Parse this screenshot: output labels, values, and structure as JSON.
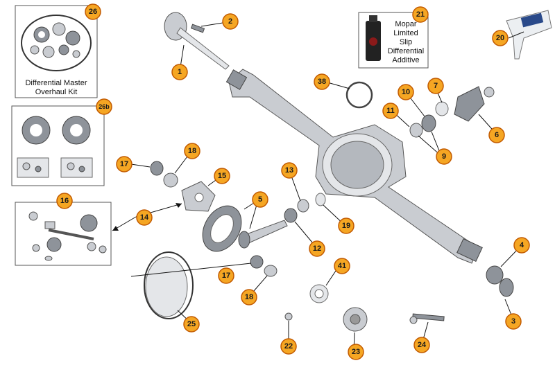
{
  "kits": {
    "master_overhaul": {
      "number": "26",
      "label_line1": "Differential Master",
      "label_line2": "Overhaul Kit"
    },
    "gear_kits": {
      "number": "26b"
    },
    "additive": {
      "number": "21",
      "line1": "Mopar",
      "line2": "Limited",
      "line3": "Slip",
      "line4": "Differential",
      "line5": "Additive"
    },
    "carrier_parts": {
      "number": "16"
    }
  },
  "callouts": [
    {
      "id": "1",
      "label": "1"
    },
    {
      "id": "2",
      "label": "2"
    },
    {
      "id": "3",
      "label": "3"
    },
    {
      "id": "4",
      "label": "4"
    },
    {
      "id": "5",
      "label": "5"
    },
    {
      "id": "6",
      "label": "6"
    },
    {
      "id": "7",
      "label": "7"
    },
    {
      "id": "9",
      "label": "9"
    },
    {
      "id": "10",
      "label": "10"
    },
    {
      "id": "11",
      "label": "11"
    },
    {
      "id": "12",
      "label": "12"
    },
    {
      "id": "13",
      "label": "13"
    },
    {
      "id": "14",
      "label": "14"
    },
    {
      "id": "15",
      "label": "15"
    },
    {
      "id": "17a",
      "label": "17"
    },
    {
      "id": "18a",
      "label": "18"
    },
    {
      "id": "17b",
      "label": "17"
    },
    {
      "id": "18b",
      "label": "18"
    },
    {
      "id": "19",
      "label": "19"
    },
    {
      "id": "20",
      "label": "20"
    },
    {
      "id": "22",
      "label": "22"
    },
    {
      "id": "23",
      "label": "23"
    },
    {
      "id": "24",
      "label": "24"
    },
    {
      "id": "25",
      "label": "25"
    },
    {
      "id": "38",
      "label": "38"
    },
    {
      "id": "41",
      "label": "41"
    }
  ],
  "colors": {
    "callout_fill": "#f5a623",
    "callout_stroke": "#c25a00",
    "part_gray": "#c9ccd1"
  }
}
